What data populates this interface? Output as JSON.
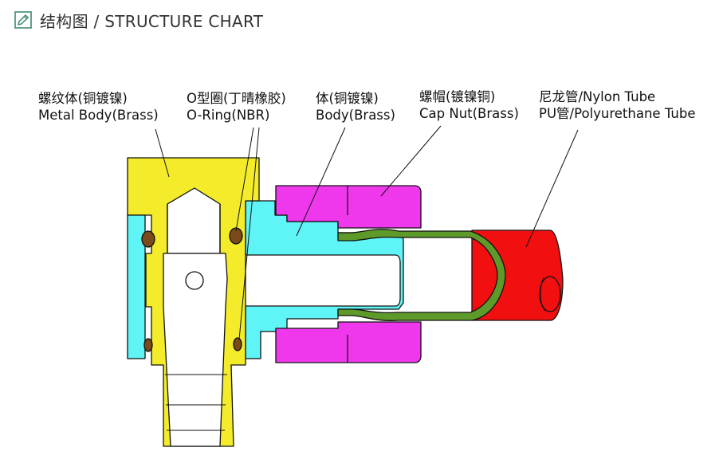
{
  "header": {
    "title": "结构图 / STRUCTURE CHART",
    "icon": "pencil-square-icon"
  },
  "labels": {
    "metal_body_cn": "螺纹体(铜镀镍)",
    "metal_body_en": "Metal Body(Brass)",
    "oring_cn": "O型圈(丁晴橡胶)",
    "oring_en": "O-Ring(NBR)",
    "body_cn": "体(铜镀镍)",
    "body_en": "Body(Brass)",
    "capnut_cn": "螺帽(镀镍铜)",
    "capnut_en": "Cap Nut(Brass)",
    "tube_line1": "尼龙管/Nylon Tube",
    "tube_line2": "PU管/Polyurethane Tube"
  },
  "colors": {
    "metal_body": "#f4ec2a",
    "body": "#5ff4f6",
    "cap_nut": "#ef38ec",
    "insert": "#5e9a2a",
    "tube": "#f20f0f",
    "oring": "#7a4a18",
    "outline": "#111111",
    "icon": "#3d8a6e"
  }
}
